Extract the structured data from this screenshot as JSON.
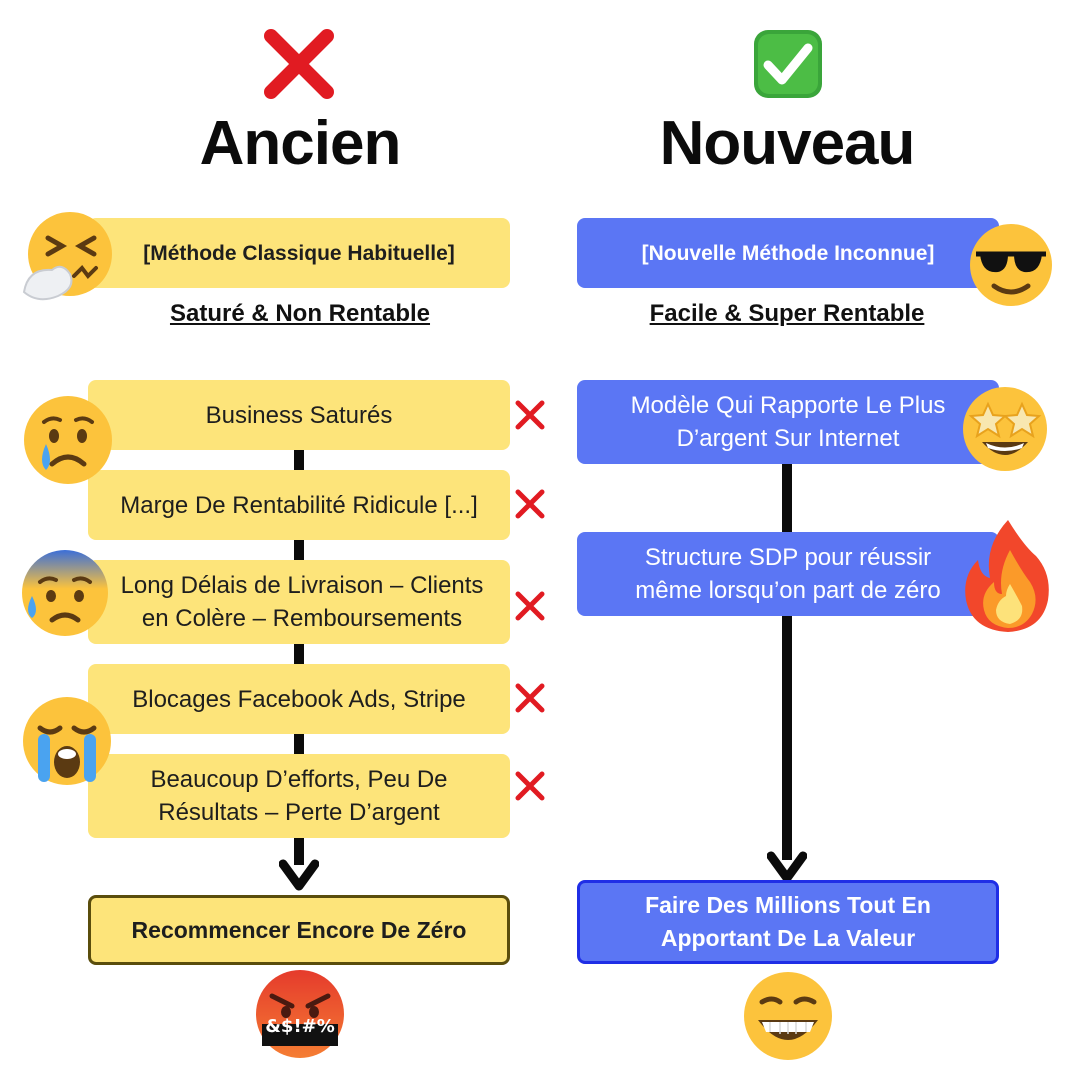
{
  "left": {
    "heading": "Ancien",
    "title": "[Méthode Classique Habituelle]",
    "subtitle": "Saturé & Non Rentable",
    "steps": [
      "Business Saturés",
      "Marge De Rentabilité Ridicule [...]",
      "Long Délais de Livraison – Clients en Colère – Remboursements",
      "Blocages Facebook Ads, Stripe",
      "Beaucoup D’efforts, Peu De Résultats – Perte D’argent"
    ],
    "result": "Recommencer Encore De Zéro",
    "curse_text": "&$!#%"
  },
  "right": {
    "heading": "Nouveau",
    "title": "[Nouvelle Méthode Inconnue]",
    "subtitle": "Facile & Super Rentable",
    "steps": [
      "Modèle Qui Rapporte Le Plus D’argent Sur Internet",
      "Structure SDP pour réussir même lorsqu’on part de zéro"
    ],
    "result": "Faire Des Millions Tout En Apportant De La Valeur"
  },
  "colors": {
    "yellow": "#fde47a",
    "blue": "#5b76f4",
    "blue_border": "#1f2ee6",
    "red": "#e11b22",
    "green": "#3aa53a"
  },
  "icons": [
    "cross-mark-icon",
    "check-mark-icon",
    "sneezing-face-icon",
    "sunglasses-face-icon",
    "sad-face-icon",
    "anxious-sweat-face-icon",
    "crying-face-icon",
    "star-struck-face-icon",
    "fire-icon",
    "cursing-face-icon",
    "grinning-face-icon"
  ]
}
